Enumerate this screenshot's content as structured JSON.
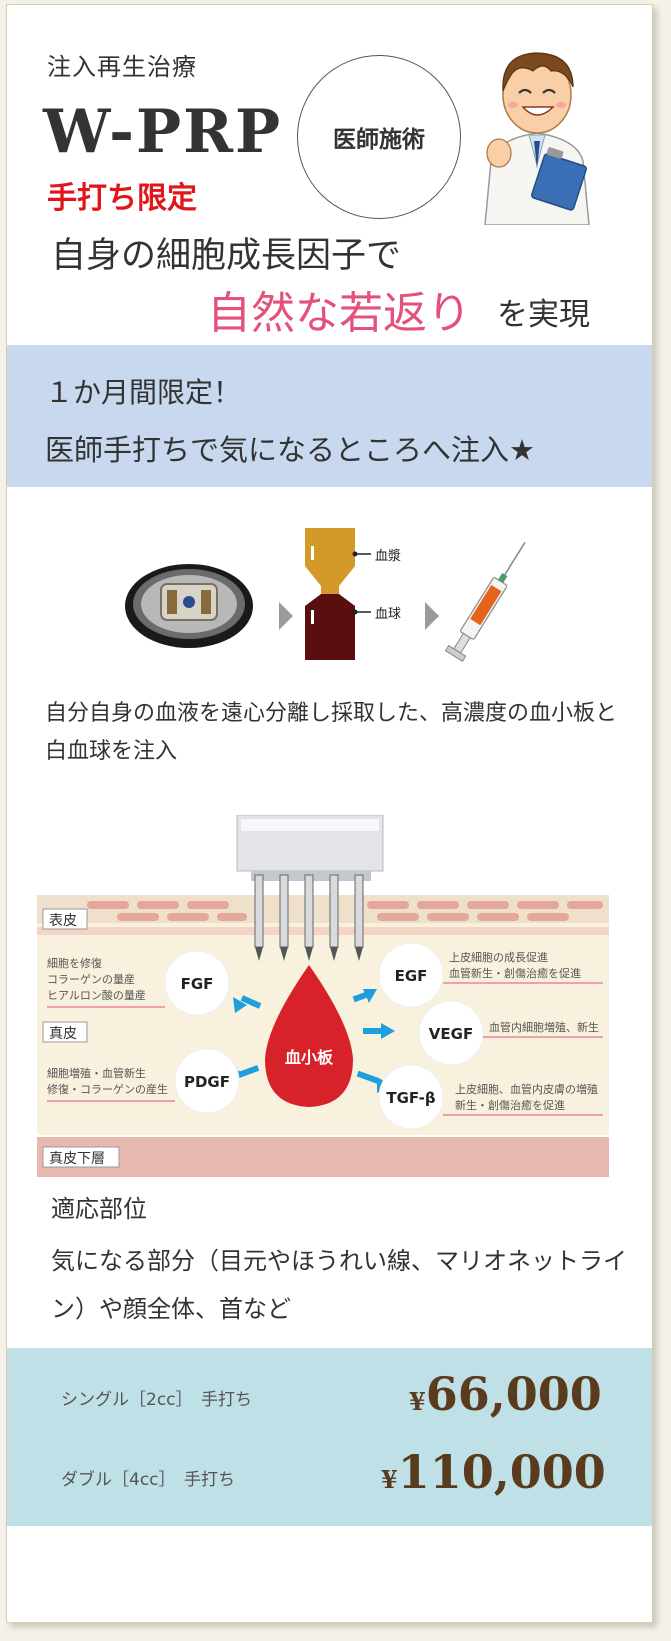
{
  "header": {
    "kicker": "注入再生治療",
    "product": "W-PRP",
    "limited": "手打ち限定",
    "badge": "医師施術",
    "tagline_1": "自身の細胞成長因子で",
    "tagline_2": "自然な若返り",
    "tagline_3": "を実現"
  },
  "campaign": {
    "line_1": "１か月間限定！",
    "line_2": "医師手打ちで気になるところへ注入★"
  },
  "process": {
    "plasma_label": "血漿",
    "blood_cell_label": "血球"
  },
  "description": "自分自身の血液を遠心分離し採取した、高濃度の血小板と白血球を注入",
  "skin_diagram": {
    "layer_epidermis": "表皮",
    "layer_dermis": "真皮",
    "layer_subdermis": "真皮下層",
    "center": "血小板",
    "factors": [
      {
        "name": "FGF",
        "effect_lines": [
          "細胞を修復",
          "コラーゲンの量産",
          "ヒアルロン酸の量産"
        ]
      },
      {
        "name": "EGF",
        "effect_lines": [
          "上皮細胞の成長促進",
          "血管新生・創傷治癒を促進"
        ]
      },
      {
        "name": "VEGF",
        "effect_lines": [
          "血管内細胞増殖、新生"
        ]
      },
      {
        "name": "PDGF",
        "effect_lines": [
          "細胞増殖・血管新生",
          "修復・コラーゲンの産生"
        ]
      },
      {
        "name": "TGF-β",
        "effect_lines": [
          "上皮細胞、血管内皮膚の増殖",
          "新生・創傷治癒を促進"
        ]
      }
    ]
  },
  "sites": {
    "heading": "適応部位",
    "body": "気になる部分（目元やほうれい線、マリオネットライン）や顔全体、首など"
  },
  "prices": [
    {
      "label": "シングル［2cc］　手打ち",
      "yen": "¥",
      "amount": "66,000"
    },
    {
      "label": "ダブル［4cc］　手打ち",
      "yen": "¥",
      "amount": "110,000"
    }
  ],
  "colors": {
    "accent_red": "#e1161c",
    "accent_pink": "#e4517a",
    "campaign_bg": "#c8d9ef",
    "price_bg": "#bfe0e6",
    "price_text": "#5a3b1e",
    "arrow_blue": "#1e9fdc",
    "blood_red": "#d8222a"
  }
}
